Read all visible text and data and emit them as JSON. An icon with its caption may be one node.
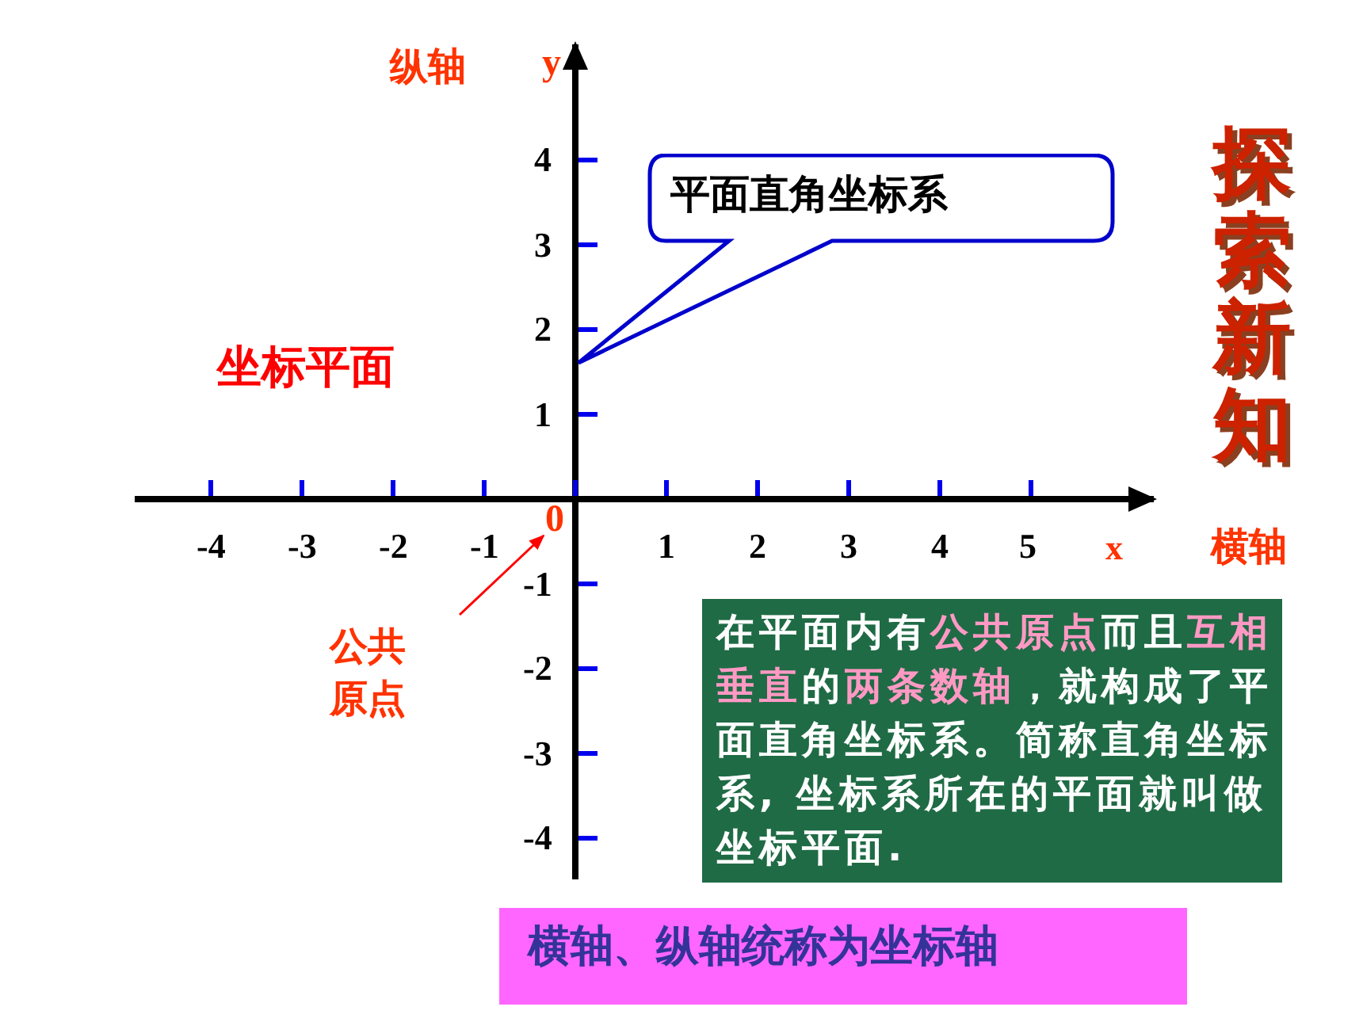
{
  "diagram": {
    "nodes": [
      {
        "text": [
          "平面直角坐标系"
        ]
      },
      {
        "text": [
          "公共原点"
        ]
      },
      {
        "text": [
          "0"
        ]
      },
      {
        "text": [
          "在平面内有**公共原点**而且**互相垂直**的**两条数轴**，就构成了平面直角坐标系。简称直角坐标系, 坐标系所在的平面就叫做坐标平面."
        ]
      },
      {
        "text": [
          "横轴、纵轴统称为坐标轴"
        ]
      }
    ],
    "edges": [
      {
        "from": 1,
        "to": 2,
        "arrow": "to"
      }
    ],
    "labels": [
      "纵轴",
      "y",
      "4",
      "3",
      "2",
      "1",
      "坐标平面",
      "探索新知",
      "-4",
      "-3",
      "-2",
      "-1",
      "1",
      "2",
      "3",
      "4",
      "5",
      "x",
      "横轴",
      "-1",
      "-2",
      "-3",
      "-4"
    ]
  }
}
